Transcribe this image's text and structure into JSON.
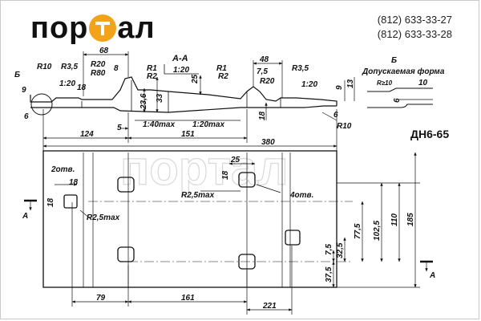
{
  "brand": {
    "logo_left": "пор",
    "logo_right": "ал",
    "watermark": "портал"
  },
  "phones": [
    "(812) 633-33-27",
    "(812) 633-33-28"
  ],
  "drawing_title": "ДН6-65",
  "section_label": "А-А",
  "view_label": "Б",
  "allowed_form_label": "Допускаемая форма",
  "profile_dims": {
    "r10_top": "R10",
    "r3_5_left": "R3,5",
    "slope_1_20_left": "1:20",
    "r20": "R20",
    "r80": "R80",
    "d68": "68",
    "d8": "8",
    "d18": "18",
    "d9_left": "9",
    "d6_left": "6",
    "r1_left": "R1",
    "r2_left": "R2",
    "slope_1_20_mid": "1:20",
    "d23_6": "23,6",
    "d33": "33",
    "d25": "25",
    "r1_right": "R1",
    "r2_right": "R2",
    "d48": "48",
    "d7_5": "7,5",
    "r20_right": "R20",
    "r3_5_right": "R3,5",
    "slope_1_20_right": "1:20",
    "d9_right": "9",
    "d13": "13",
    "d6_right": "6",
    "r10_bottom": "R10",
    "d18_bottom": "18",
    "d5": "5",
    "slope_1_40max": "1:40max",
    "slope_1_20max": "1:20max",
    "d124": "124",
    "d151": "151",
    "d380": "380",
    "detail_r": "R≥10",
    "detail_10": "10",
    "detail_6": "6"
  },
  "plan_dims": {
    "holes_2": "2отв.",
    "d18_a": "18",
    "d18_b": "18",
    "r2_5max_left": "R2,5max",
    "d25": "25",
    "d18_top": "18",
    "r2_5max_mid": "R2,5max",
    "holes_4": "4отв.",
    "d110": "110",
    "d185": "185",
    "d102_5": "102,5",
    "d77_5": "77,5",
    "d32_5": "32,5",
    "d7_5": "7,5",
    "d37_5": "37,5",
    "d79": "79",
    "d161": "161",
    "d221": "221",
    "cut_a_left": "А",
    "cut_a_right": "А"
  }
}
